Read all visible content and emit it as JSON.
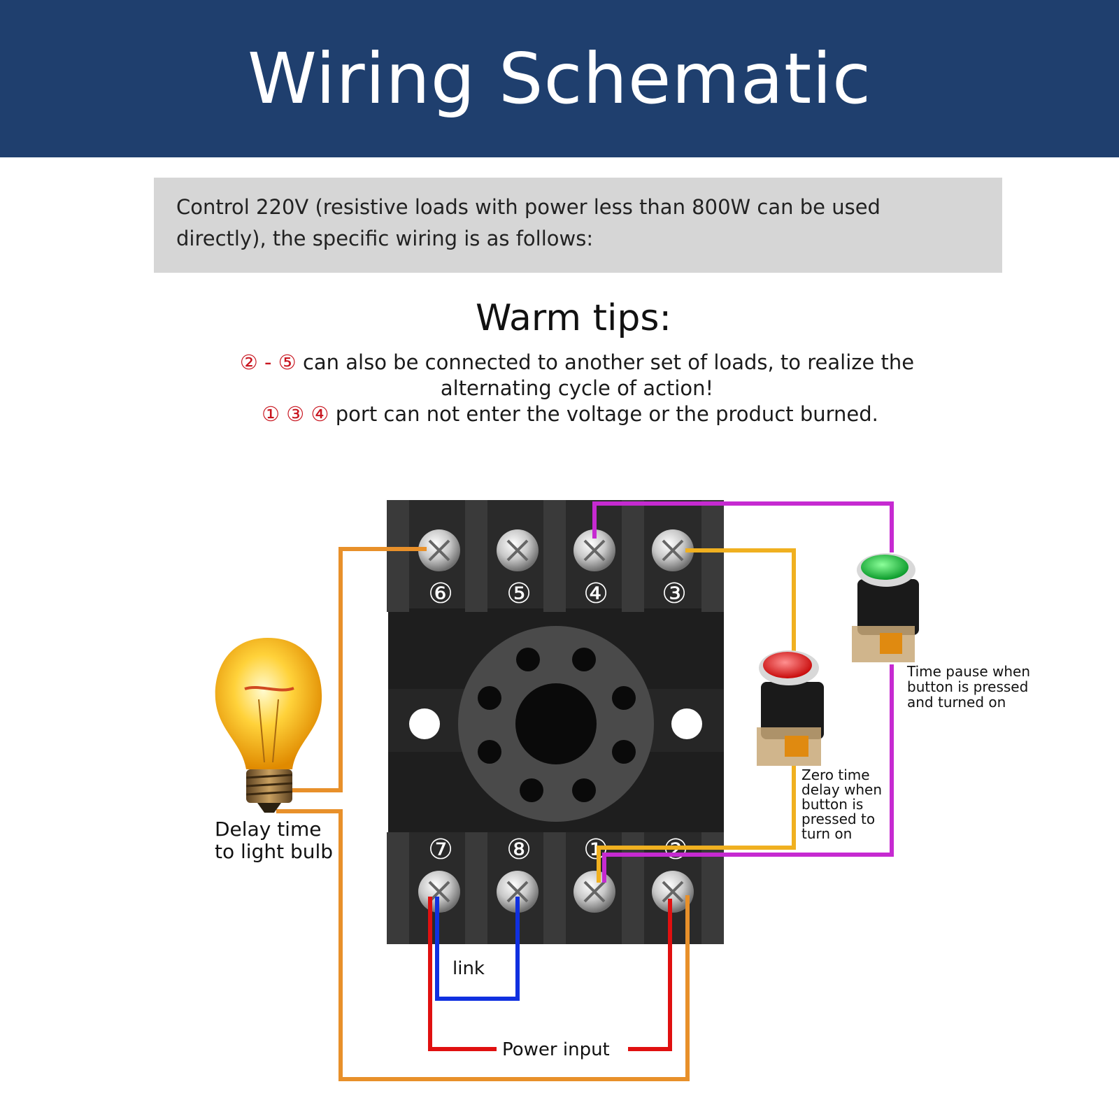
{
  "header": {
    "title": "Wiring Schematic"
  },
  "note": {
    "line1": "Control 220V (resistive loads with power less than 800W can be used",
    "line2": "directly), the specific wiring is as follows:"
  },
  "tips": {
    "title": "Warm tips:",
    "line1_marker": "② - ⑤",
    "line1_text": " can also be connected to another set of loads, to realize the",
    "line2_text": "alternating cycle of action!",
    "line3_marker": "① ③ ④",
    "line3_text": " port can not enter the voltage or the product burned."
  },
  "terminals": {
    "top": [
      "⑥",
      "⑤",
      "④",
      "③"
    ],
    "bottom": [
      "⑦",
      "⑧",
      "①",
      "②"
    ]
  },
  "labels": {
    "bulb": [
      "Delay time",
      "to light bulb"
    ],
    "green_button": [
      "Time pause when",
      "button is pressed",
      "and turned on"
    ],
    "red_button": [
      "Zero time",
      "delay when",
      "button is",
      "pressed to",
      "turn on"
    ],
    "link": "link",
    "power": "Power input"
  },
  "colors": {
    "header_bg": "#1f3f6e",
    "note_bg": "#d6d6d6",
    "tip_marker": "#c8141e",
    "wire_orange": "#e8902a",
    "wire_yellow": "#f0b020",
    "wire_magenta": "#c62ad1",
    "wire_red": "#e01010",
    "wire_blue": "#1030e0"
  }
}
